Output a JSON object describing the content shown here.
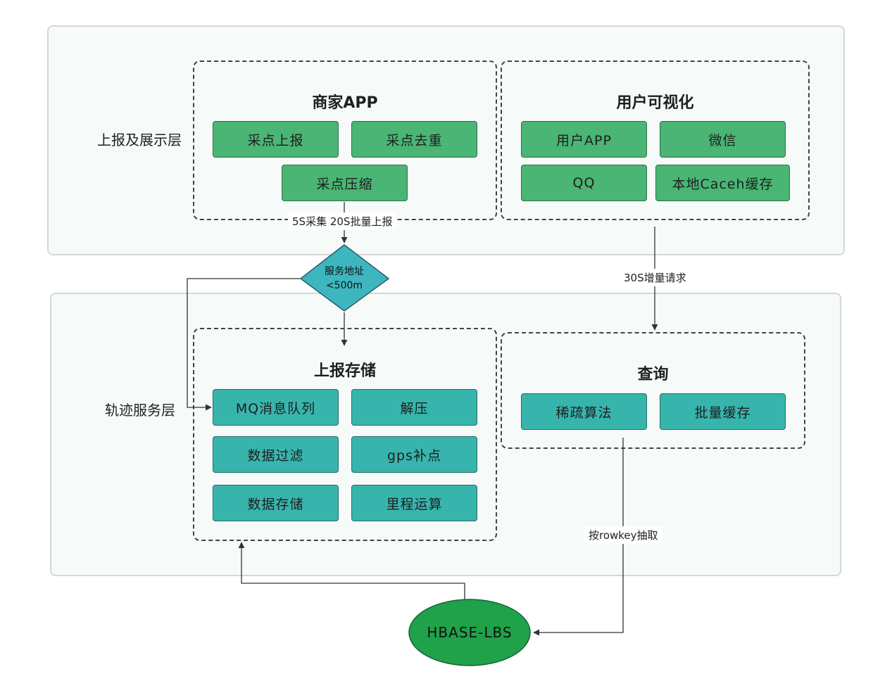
{
  "layers": {
    "top": {
      "label": "上报及展示层"
    },
    "bottom": {
      "label": "轨迹服务层"
    }
  },
  "groups": {
    "merchant_app": {
      "title": "商家APP",
      "items": [
        "采点上报",
        "采点去重",
        "采点压缩"
      ]
    },
    "user_visual": {
      "title": "用户可视化",
      "items": [
        "用户APP",
        "微信",
        "QQ",
        "本地Caceh缓存"
      ]
    },
    "report_storage": {
      "title": "上报存储",
      "items": [
        "MQ消息队列",
        "解压",
        "数据过滤",
        "gps补点",
        "数据存储",
        "里程运算"
      ]
    },
    "query": {
      "title": "查询",
      "items": [
        "稀疏算法",
        "批量缓存"
      ]
    }
  },
  "decision": {
    "line1": "服务地址",
    "line2": "<500m"
  },
  "database": {
    "label": "HBASE-LBS"
  },
  "edge_labels": {
    "collect": "5S采集  20S批量上报",
    "increment": "30S增量请求",
    "rowkey": "按rowkey抽取"
  },
  "colors": {
    "green": "#4ab574",
    "teal": "#37b5ad",
    "db": "#1fa24a",
    "layer_bg": "#f6fbf9"
  }
}
